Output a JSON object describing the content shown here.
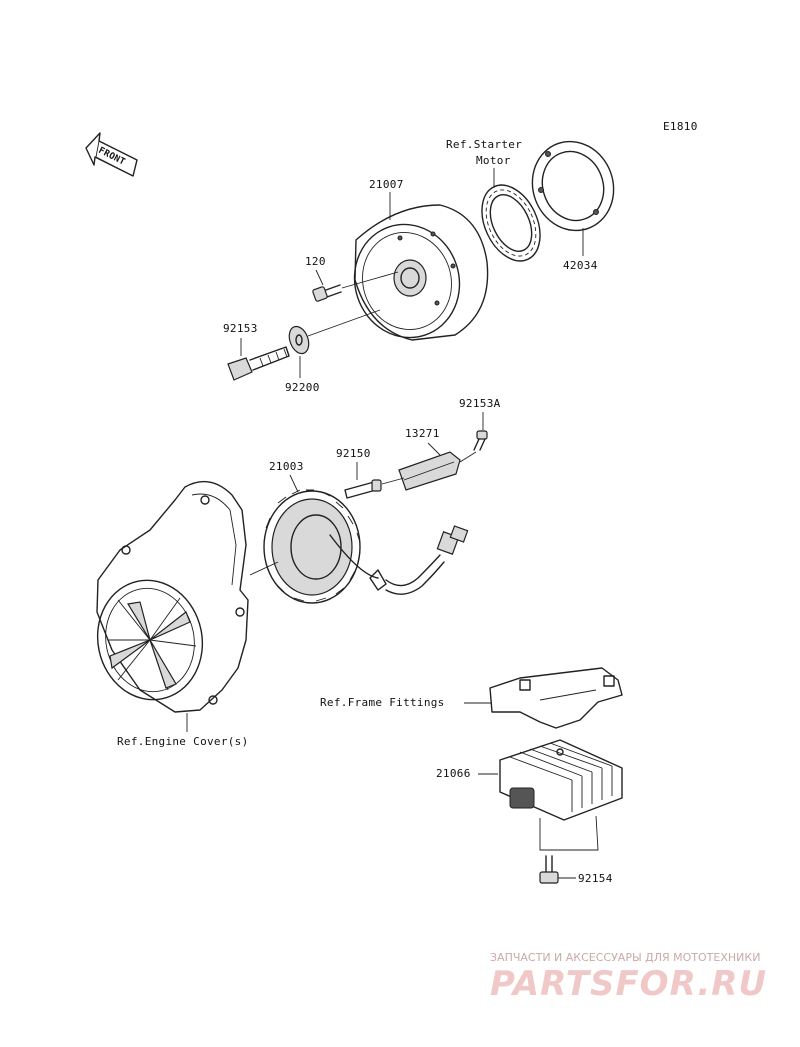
{
  "diagram": {
    "code": "E1810",
    "front_arrow": "FRONT",
    "labels": {
      "ref_starter_1": "Ref.Starter",
      "ref_starter_2": "Motor",
      "p21007": "21007",
      "p42034": "42034",
      "p120": "120",
      "p92153": "92153",
      "p92200": "92200",
      "p92153A": "92153A",
      "p13271": "13271",
      "p21003": "21003",
      "p92150": "92150",
      "ref_frame": "Ref.Frame Fittings",
      "ref_engine": "Ref.Engine Cover(s)",
      "p21066": "21066",
      "p92154": "92154"
    }
  },
  "watermark": {
    "top_text": "ЗАПЧАСТИ И АКСЕССУАРЫ ДЛЯ МОТОТЕХНИКИ",
    "brand": "PARTSFOR.RU",
    "color": "#e8a0a0"
  }
}
